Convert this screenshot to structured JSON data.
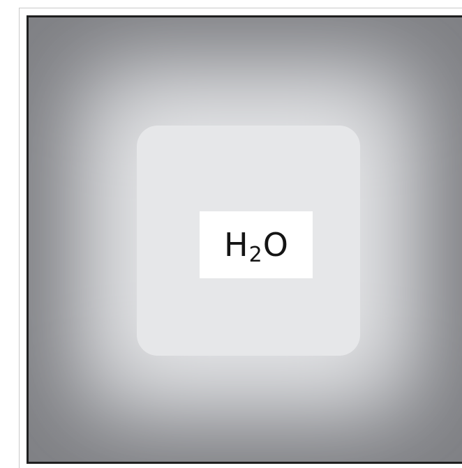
{
  "diagram": {
    "label": {
      "symbol_1": "H",
      "subscript": "2",
      "symbol_2": "O"
    },
    "colors": {
      "edge": "#7f8084",
      "mid": "#b6b7bb",
      "center": "#e6e7e9",
      "border": "#1f1f1f",
      "label_background": "#ffffff"
    }
  }
}
